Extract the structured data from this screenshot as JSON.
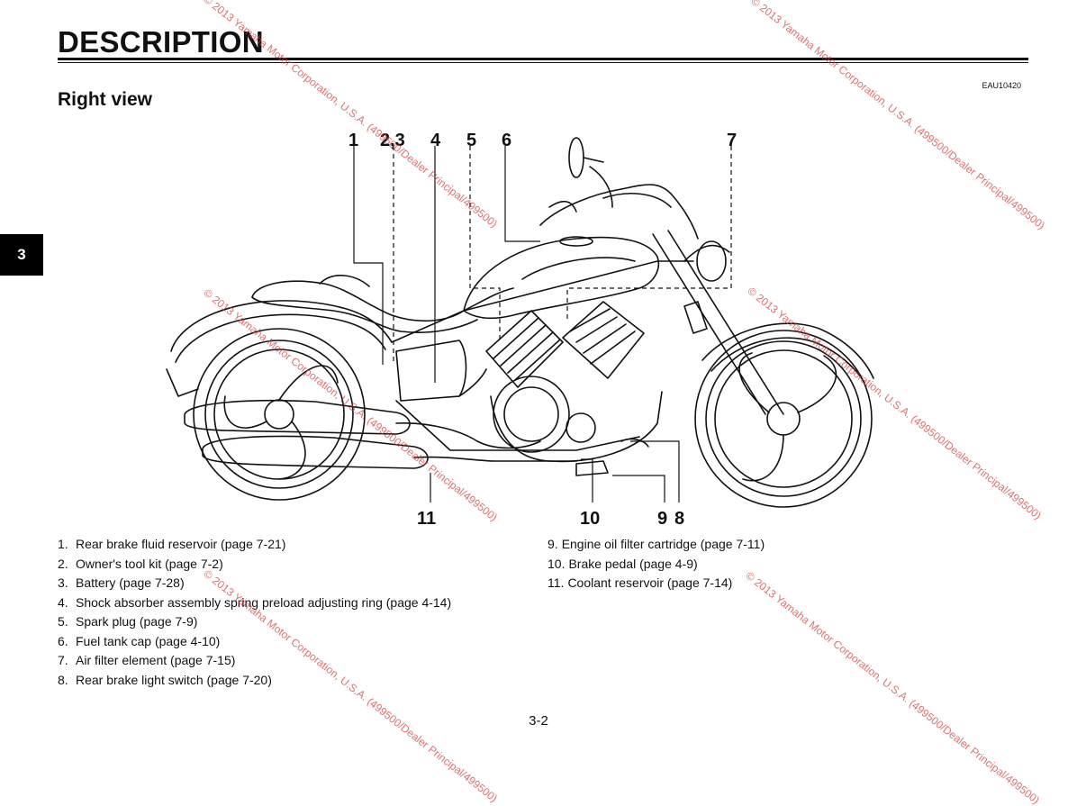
{
  "header": {
    "title": "DESCRIPTION",
    "doc_code": "EAU10420",
    "section_title": "Right view",
    "side_tab": "3"
  },
  "callouts": {
    "c1": "1",
    "c23": "2,3",
    "c4": "4",
    "c5": "5",
    "c6": "6",
    "c7": "7",
    "c11": "11",
    "c10": "10",
    "c9": "9",
    "c8": "8"
  },
  "legend": {
    "left": [
      {
        "num": "1.",
        "text": "Rear brake fluid reservoir (page 7-21)"
      },
      {
        "num": "2.",
        "text": "Owner's tool kit (page 7-2)"
      },
      {
        "num": "3.",
        "text": "Battery (page 7-28)"
      },
      {
        "num": "4.",
        "text": "Shock absorber assembly spring preload adjusting ring (page 4-14)"
      },
      {
        "num": "5.",
        "text": "Spark plug (page 7-9)"
      },
      {
        "num": "6.",
        "text": "Fuel tank cap (page 4-10)"
      },
      {
        "num": "7.",
        "text": "Air filter element (page 7-15)"
      },
      {
        "num": "8.",
        "text": "Rear brake light switch (page 7-20)"
      }
    ],
    "right": [
      {
        "num": "9.",
        "text": "Engine oil filter cartridge (page 7-11)"
      },
      {
        "num": "10.",
        "text": "Brake pedal (page 4-9)"
      },
      {
        "num": "11.",
        "text": "Coolant reservoir (page 7-14)"
      }
    ]
  },
  "page_number": "3-2",
  "watermark_text": "© 2013 Yamaha Motor Corporation, U.S.A. (499500/Dealer Principal/499500)"
}
